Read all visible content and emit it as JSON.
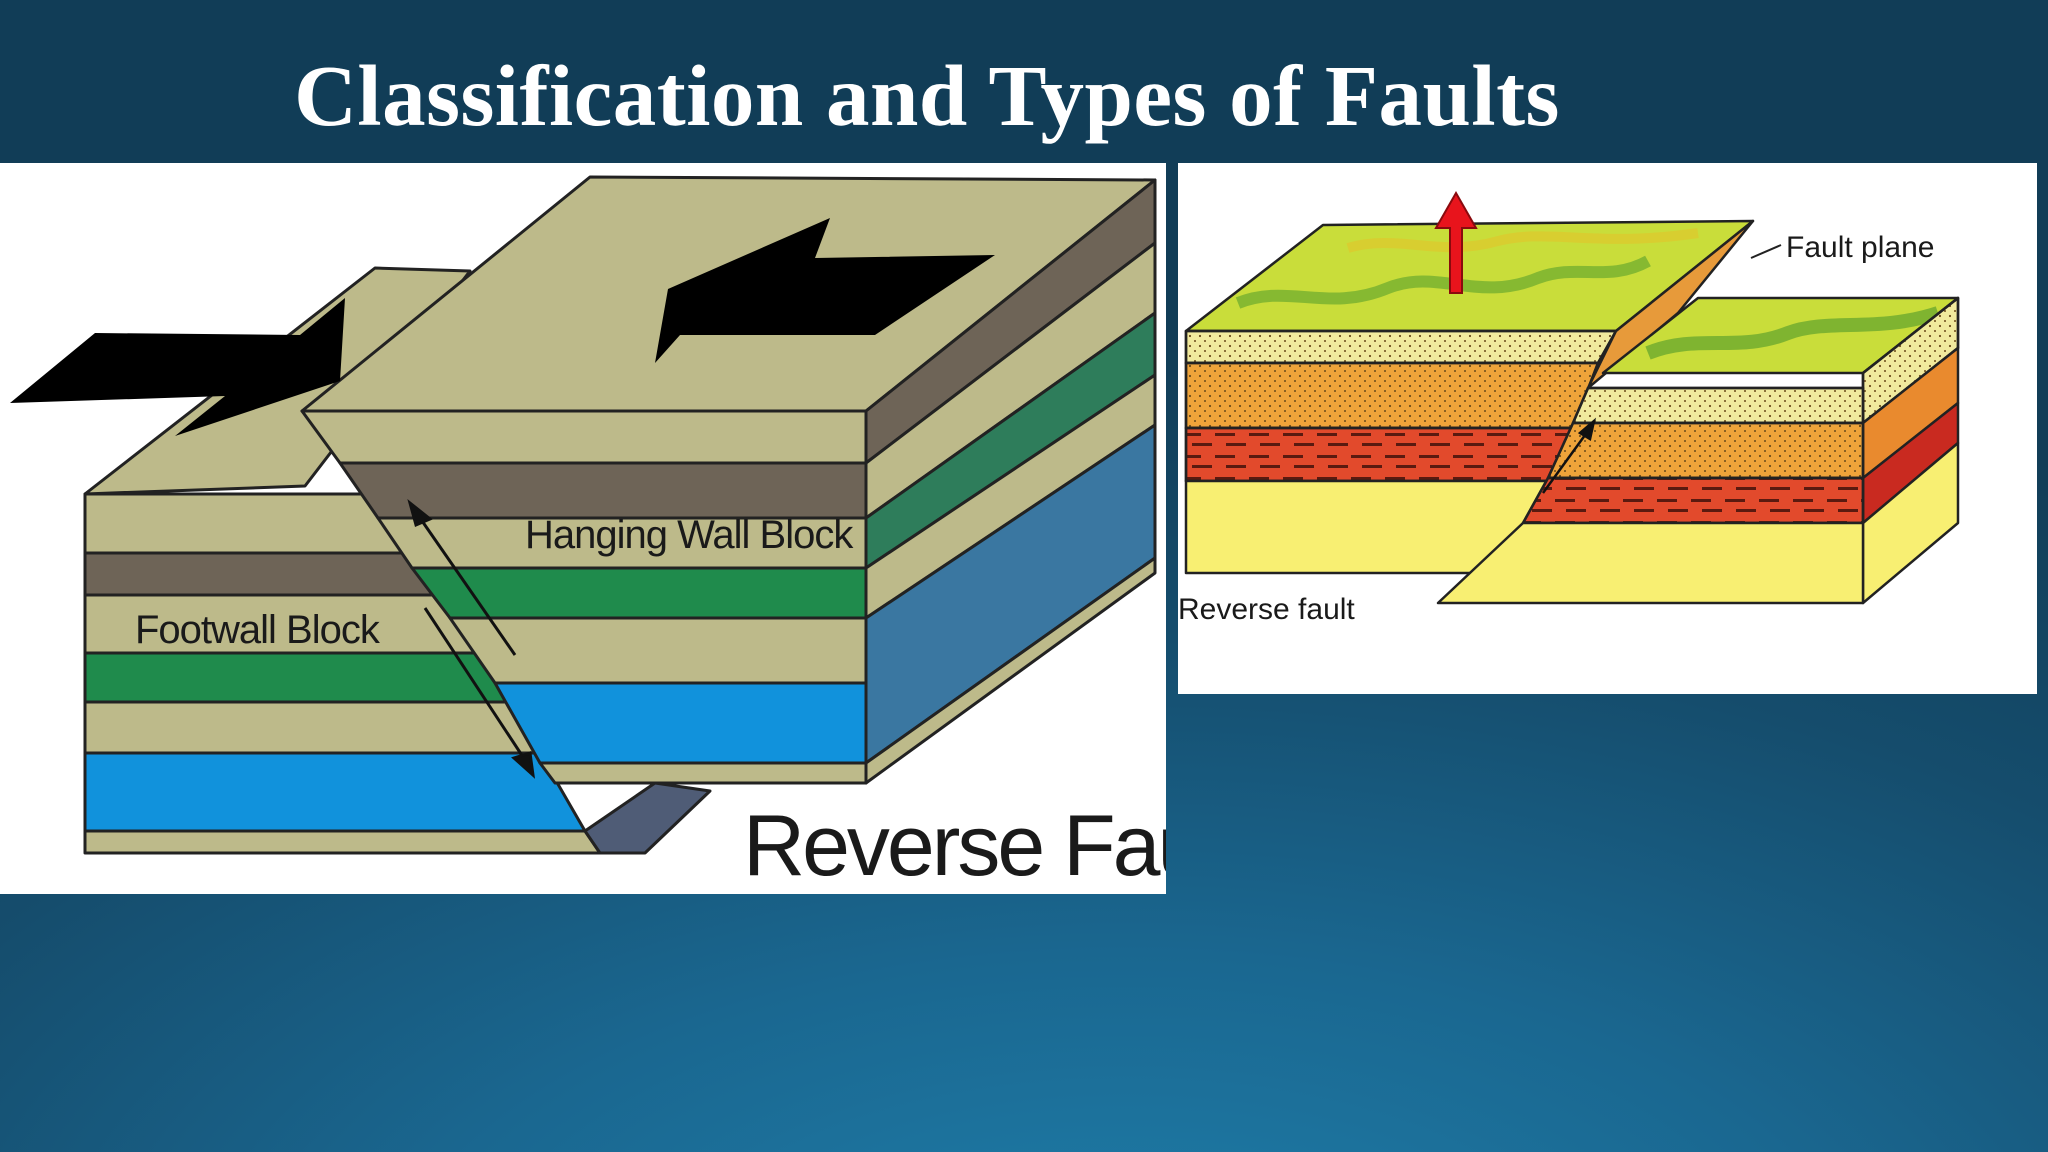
{
  "slide": {
    "title": "Classification and Types of Faults"
  },
  "figure_left": {
    "labels": {
      "footwall": "Footwall Block",
      "hanging_wall": "Hanging Wall Block",
      "caption": "Reverse Fault"
    },
    "colors": {
      "khaki_layer": "#bdba8a",
      "brown_layer": "#6e6457",
      "green_layer": "#1f8b4c",
      "blue_layer": "#1192dc",
      "arrow": "#000000"
    }
  },
  "figure_right": {
    "labels": {
      "fault_plane": "Fault plane",
      "caption": "Reverse fault"
    },
    "colors": {
      "surface": "#c9dd3a",
      "sand_layer": "#f1ea9d",
      "orange_layer": "#efa43a",
      "red_layer": "#e24a2c",
      "yellow_base": "#f8ef72",
      "uplift_arrow": "#e8141c"
    }
  }
}
